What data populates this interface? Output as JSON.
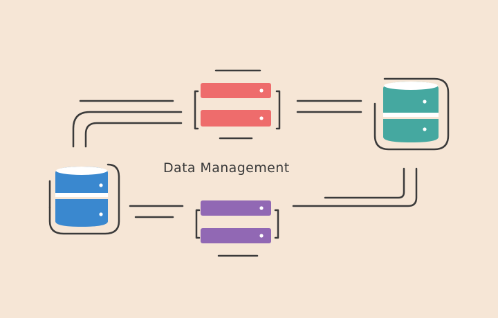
{
  "title": "Data Management",
  "nodes": [
    {
      "id": "server-top",
      "kind": "server-stack",
      "color": "#ee6c6c"
    },
    {
      "id": "server-bottom",
      "kind": "server-stack",
      "color": "#9168b4"
    },
    {
      "id": "database-left",
      "kind": "database-cylinder",
      "color": "#3a88cf"
    },
    {
      "id": "database-right",
      "kind": "database-cylinder",
      "color": "#45a8a0"
    }
  ],
  "colors": {
    "background": "#f6e6d6",
    "line": "#3a3a3a",
    "text": "#3a3a3a"
  }
}
